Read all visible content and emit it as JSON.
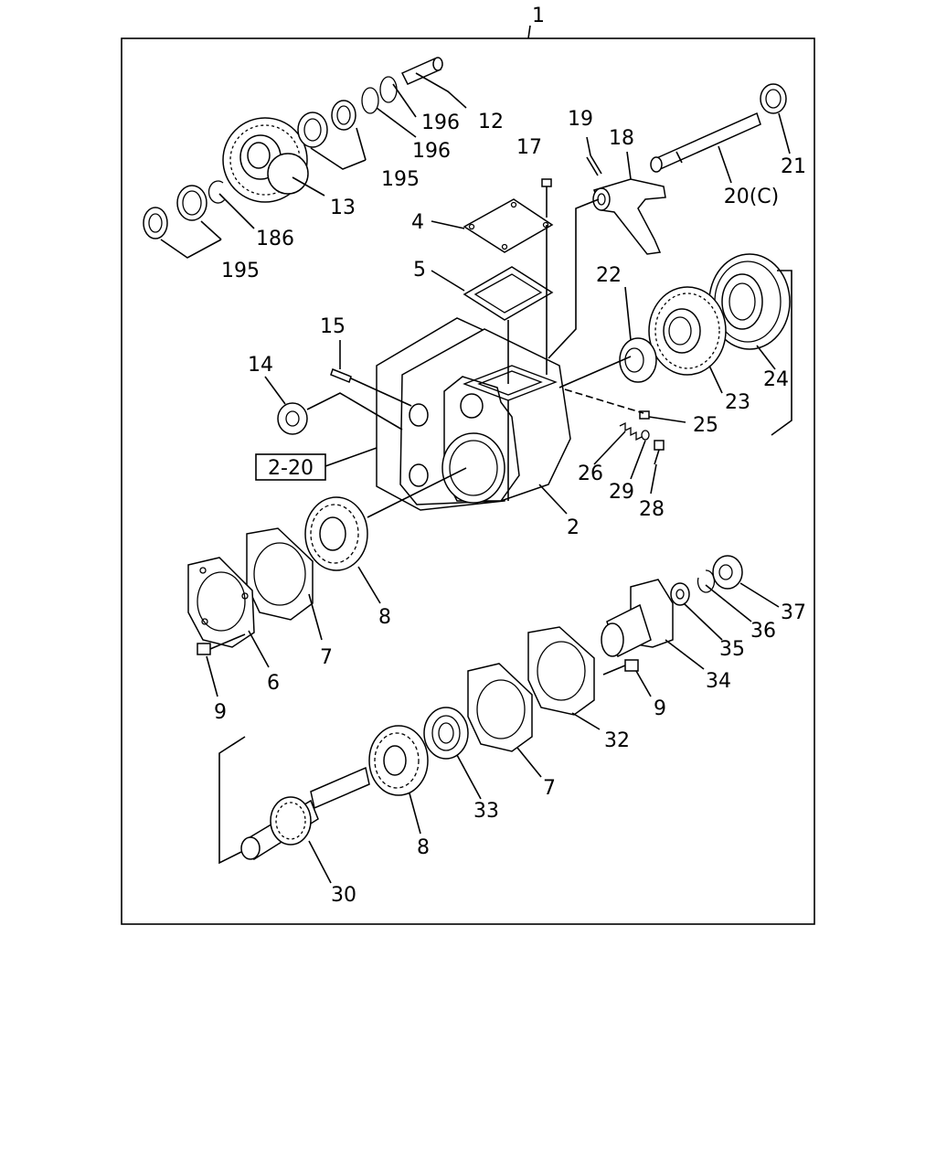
{
  "assembly_label": "1",
  "reference_box": "2-20",
  "callouts": [
    {
      "id": "c2",
      "text": "2"
    },
    {
      "id": "c4",
      "text": "4"
    },
    {
      "id": "c5",
      "text": "5"
    },
    {
      "id": "c6",
      "text": "6"
    },
    {
      "id": "c7a",
      "text": "7"
    },
    {
      "id": "c7b",
      "text": "7"
    },
    {
      "id": "c8a",
      "text": "8"
    },
    {
      "id": "c8b",
      "text": "8"
    },
    {
      "id": "c9a",
      "text": "9"
    },
    {
      "id": "c9b",
      "text": "9"
    },
    {
      "id": "c12",
      "text": "12"
    },
    {
      "id": "c13",
      "text": "13"
    },
    {
      "id": "c14",
      "text": "14"
    },
    {
      "id": "c15",
      "text": "15"
    },
    {
      "id": "c17",
      "text": "17"
    },
    {
      "id": "c18",
      "text": "18"
    },
    {
      "id": "c19",
      "text": "19"
    },
    {
      "id": "c20",
      "text": "20(C)"
    },
    {
      "id": "c21",
      "text": "21"
    },
    {
      "id": "c22",
      "text": "22"
    },
    {
      "id": "c23",
      "text": "23"
    },
    {
      "id": "c24",
      "text": "24"
    },
    {
      "id": "c25",
      "text": "25"
    },
    {
      "id": "c26",
      "text": "26"
    },
    {
      "id": "c28",
      "text": "28"
    },
    {
      "id": "c29",
      "text": "29"
    },
    {
      "id": "c30",
      "text": "30"
    },
    {
      "id": "c32",
      "text": "32"
    },
    {
      "id": "c33",
      "text": "33"
    },
    {
      "id": "c34",
      "text": "34"
    },
    {
      "id": "c35",
      "text": "35"
    },
    {
      "id": "c36",
      "text": "36"
    },
    {
      "id": "c37",
      "text": "37"
    },
    {
      "id": "c186",
      "text": "186"
    },
    {
      "id": "c195a",
      "text": "195"
    },
    {
      "id": "c195b",
      "text": "195"
    },
    {
      "id": "c196a",
      "text": "196"
    },
    {
      "id": "c196b",
      "text": "196"
    }
  ]
}
